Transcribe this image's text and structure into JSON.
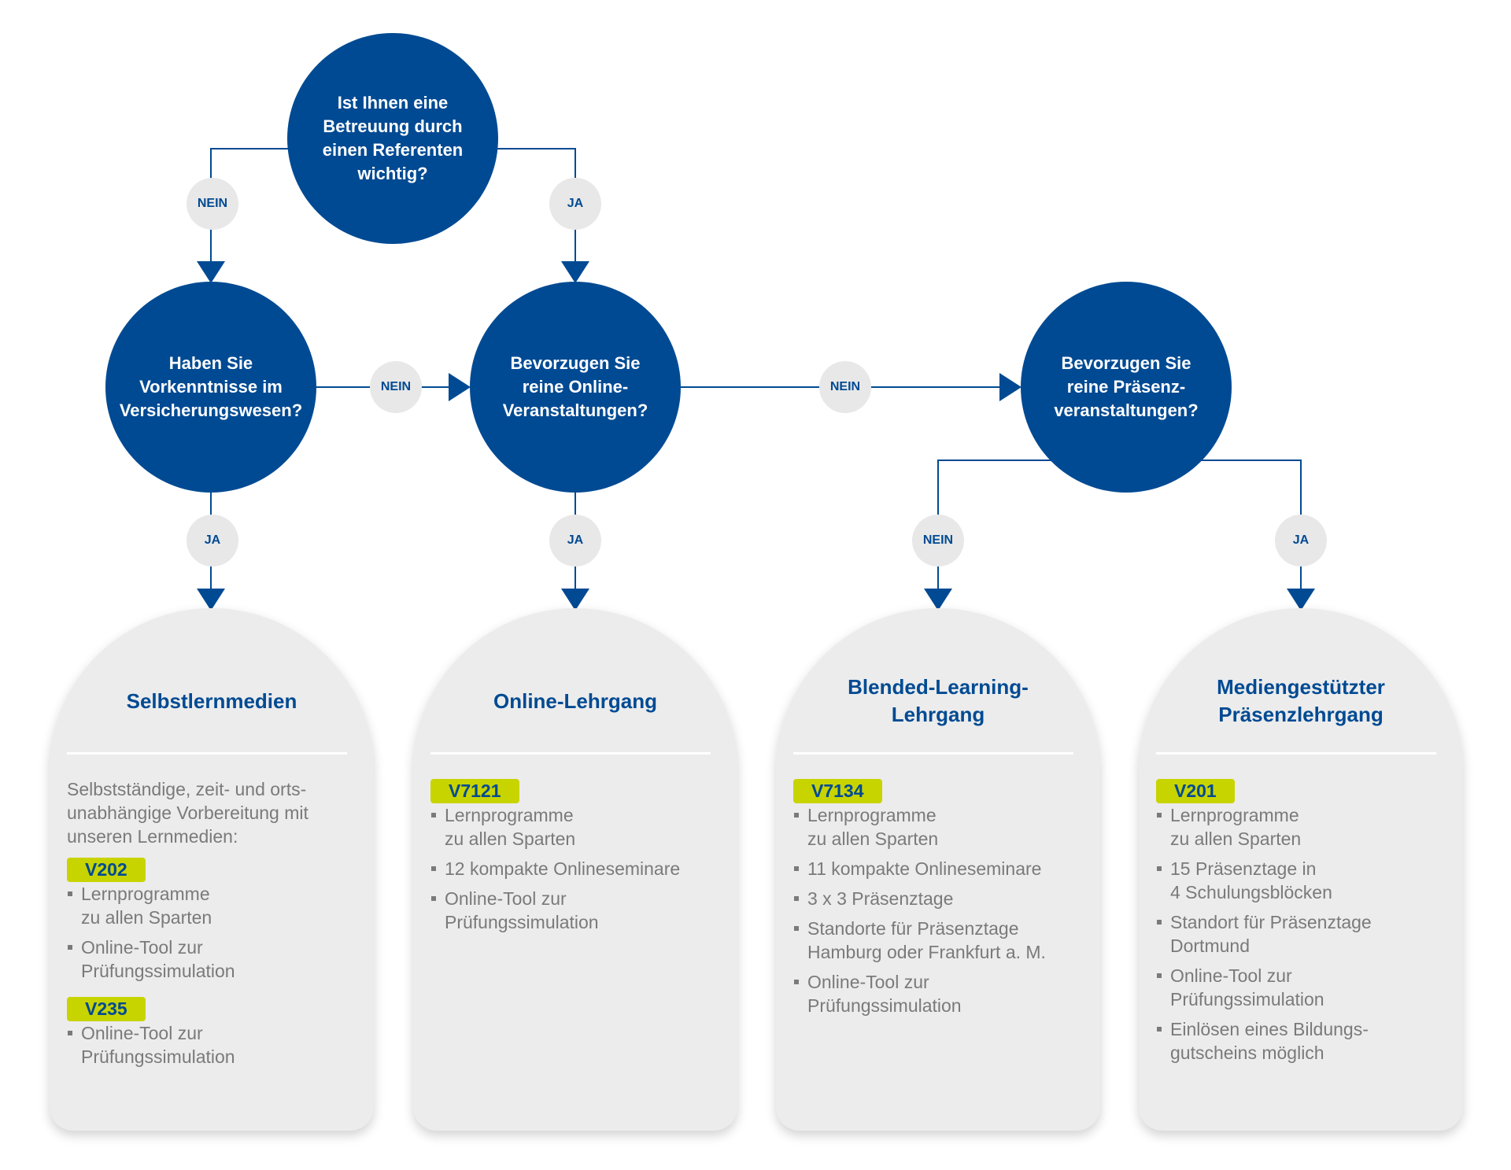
{
  "colors": {
    "primary": "#004a93",
    "accent": "#c8d400",
    "card_bg": "#ececec",
    "pill_bg": "#e8e8e8",
    "text_gray": "#7a7a7a"
  },
  "questions": {
    "q1": "Ist Ihnen eine\nBetreuung durch\neinen Referenten\nwichtig?",
    "q2": "Haben Sie\nVorkenntnisse im\nVersicherungswesen?",
    "q3": "Bevorzugen Sie\nreine Online-\nVeranstaltungen?",
    "q4": "Bevorzugen Sie\nreine Präsenz-\nveranstaltungen?"
  },
  "labels": {
    "no": "NEIN",
    "yes": "JA"
  },
  "cards": [
    {
      "title": "Selbstlernmedien",
      "intro": "Selbstständige, zeit- und orts-\nunabhängige Vorbereitung mit\nunseren Lernmedien:",
      "groups": [
        {
          "code": "V202",
          "items": [
            "Lernprogramme\nzu allen Sparten",
            "Online-Tool zur\nPrüfungssimulation"
          ]
        },
        {
          "code": "V235",
          "items": [
            "Online-Tool zur\nPrüfungssimulation"
          ]
        }
      ]
    },
    {
      "title": "Online-Lehrgang",
      "groups": [
        {
          "code": "V7121",
          "items": [
            "Lernprogramme\nzu allen Sparten",
            "12 kompakte Onlineseminare",
            "Online-Tool zur\nPrüfungssimulation"
          ]
        }
      ]
    },
    {
      "title": "Blended-Learning-\nLehrgang",
      "groups": [
        {
          "code": "V7134",
          "items": [
            "Lernprogramme\nzu allen Sparten",
            "11 kompakte Onlineseminare",
            "3 x 3 Präsenztage",
            "Standorte für Präsenztage\nHamburg oder Frankfurt a. M.",
            "Online-Tool zur\nPrüfungssimulation"
          ]
        }
      ]
    },
    {
      "title": "Mediengestützter\nPräsenzlehrgang",
      "groups": [
        {
          "code": "V201",
          "items": [
            "Lernprogramme\nzu allen Sparten",
            "15 Präsenztage in\n4 Schulungsblöcken",
            "Standort für Präsenztage\nDortmund",
            "Online-Tool zur\nPrüfungssimulation",
            "Einlösen eines Bildungs-\ngutscheins möglich"
          ]
        }
      ]
    }
  ]
}
